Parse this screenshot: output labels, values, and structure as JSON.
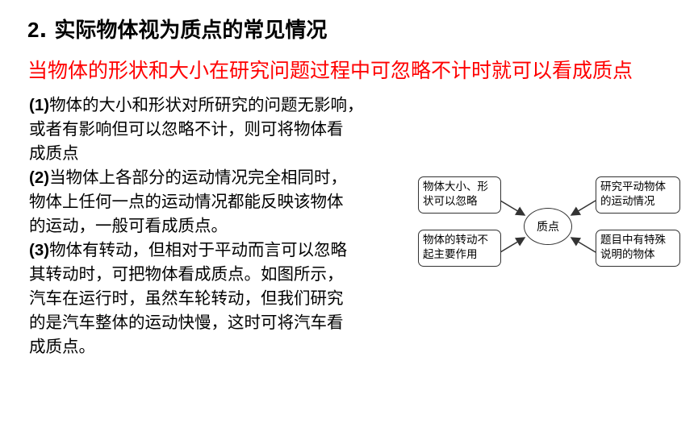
{
  "heading": {
    "number": "2",
    "separator": ".",
    "title": "实际物体视为质点的常见情况"
  },
  "highlight": "当物体的形状和大小在研究问题过程中可忽略不计时就可以看成质点",
  "paragraphs": {
    "p1": {
      "marker": "(1)",
      "line1": "物体的大小和形状对所研究的问题无影响，",
      "line2": "或者有影响但可以忽略不计，则可将物体看",
      "line3": "成质点"
    },
    "p2": {
      "marker": "(2)",
      "line1": "当物体上各部分的运动情况完全相同时，",
      "line2": "物体上任何一点的运动情况都能反映该物体",
      "line3": "的运动，一般可看成质点。"
    },
    "p3": {
      "marker": "(3)",
      "line1": "物体有转动，但相对于平动而言可以忽略",
      "line2": "其转动时，可把物体看成质点。如图所示，",
      "line3": "汽车在运行时，虽然车轮转动，但我们研究",
      "line4": "的是汽车整体的运动快慢，这时可将汽车看",
      "line5": "成质点。"
    }
  },
  "diagram": {
    "center": "质点",
    "top_left": {
      "line1": "物体大小、形",
      "line2": "状可以忽略"
    },
    "top_right": {
      "line1": "研究平动物体",
      "line2": "的运动情况"
    },
    "bottom_left": {
      "line1": "物体的转动不",
      "line2": "起主要作用"
    },
    "bottom_right": {
      "line1": "题目中有特殊",
      "line2": "说明的物体"
    }
  }
}
